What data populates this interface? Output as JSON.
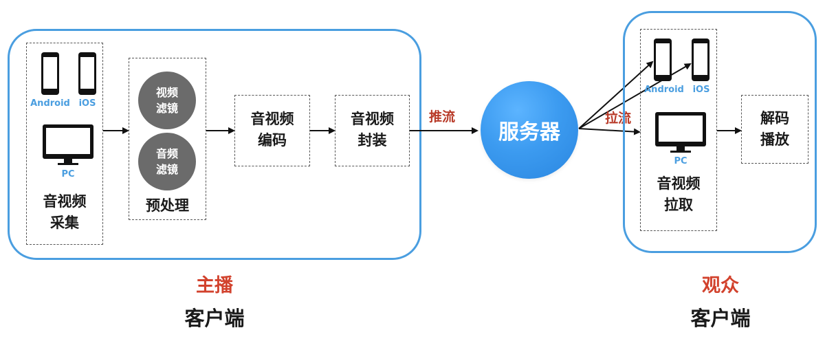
{
  "streamer": {
    "capture": {
      "android": "Android",
      "ios": "iOS",
      "pc": "PC",
      "line1": "音视频",
      "line2": "采集"
    },
    "preprocess": {
      "video_filter": [
        "视频",
        "滤镜"
      ],
      "audio_filter": [
        "音频",
        "滤镜"
      ],
      "label": "预处理"
    },
    "encode": [
      "音视频",
      "编码"
    ],
    "package": [
      "音视频",
      "封装"
    ],
    "role": "主播",
    "client": "客户端"
  },
  "push_label": "推流",
  "server_label": "服务器",
  "pull_label": "拉流",
  "viewer": {
    "devices": {
      "android": "Android",
      "ios": "iOS",
      "pc": "PC",
      "line1": "音视频",
      "line2": "拉取"
    },
    "decode": [
      "解码",
      "播放"
    ],
    "role": "观众",
    "client": "客户端"
  },
  "colors": {
    "frame": "#4a9ee0",
    "device_label": "#4a9ee0",
    "server": "#3c9bf0",
    "filter_circle": "#6b6b6b",
    "role": "#d2422d",
    "flow_label": "#b83a28"
  }
}
